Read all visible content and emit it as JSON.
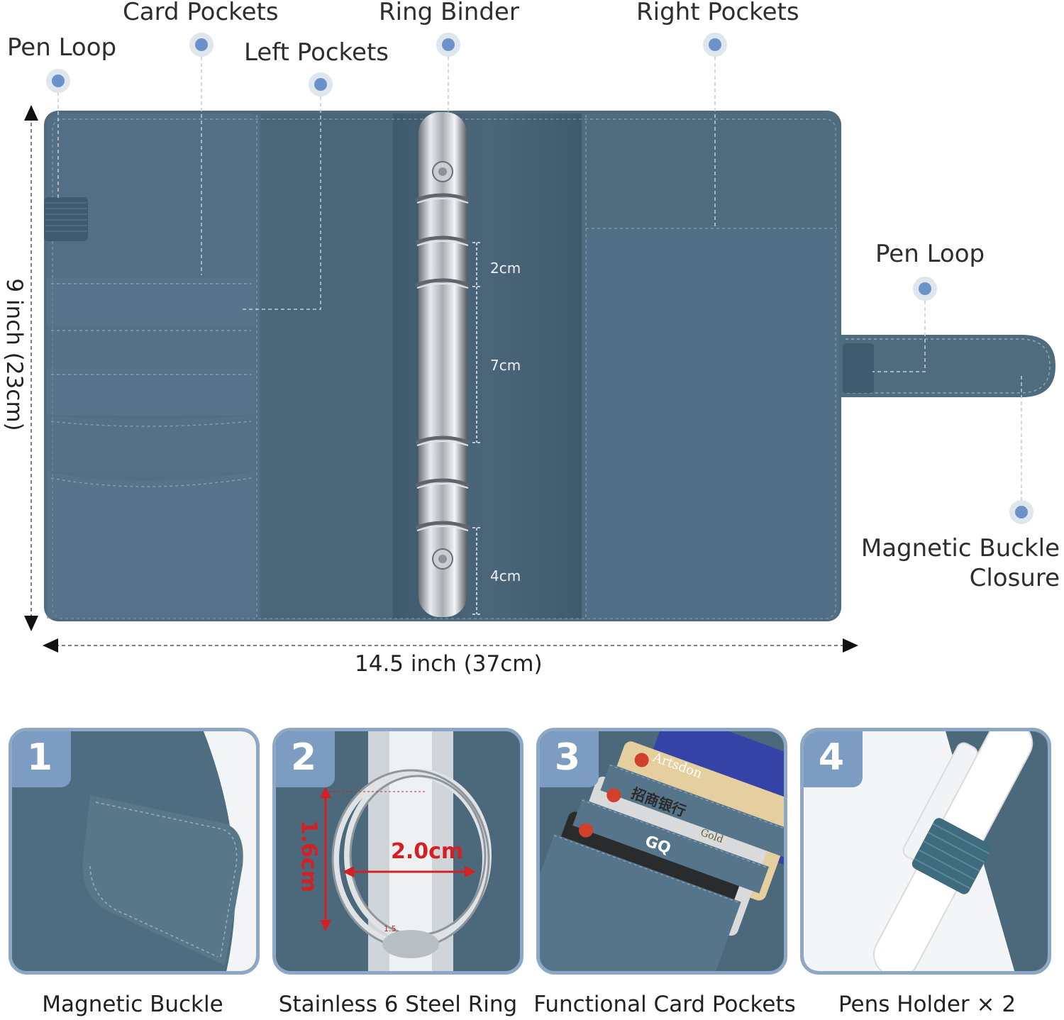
{
  "callouts": {
    "card_pockets": "Card Pockets",
    "pen_loop_left": "Pen Loop",
    "left_pockets": "Left Pockets",
    "ring_binder": "Ring Binder",
    "right_pockets": "Right Pockets",
    "pen_loop_right": "Pen Loop",
    "magnetic_line1": "Magnetic Buckle",
    "magnetic_line2": "Closure"
  },
  "dimensions": {
    "height": "9 inch (23cm)",
    "width": "14.5 inch (37cm)",
    "ring_spacing_top": "2cm",
    "ring_spacing_middle": "7cm",
    "ring_spacing_bottom": "4cm"
  },
  "features": [
    {
      "number": "1",
      "caption": "Magnetic Buckle"
    },
    {
      "number": "2",
      "caption": "Stainless 6 Steel Ring",
      "inner_height": "1.6cm",
      "inner_width": "2.0cm",
      "small_mark": "1.5"
    },
    {
      "number": "3",
      "caption": "Functional Card Pockets",
      "card_brand": "Artsdon",
      "bank_name": "招商银行",
      "gold_label": "Gold",
      "gq_label": "GQ"
    },
    {
      "number": "4",
      "caption": "Pens Holder × 2"
    }
  ],
  "colors": {
    "binder": "#4d6a7d",
    "binder_dark": "#3f5a6c",
    "stitch": "#8ea5b4",
    "dot": "#6a92c8",
    "panel_border": "#8ea7c4"
  }
}
